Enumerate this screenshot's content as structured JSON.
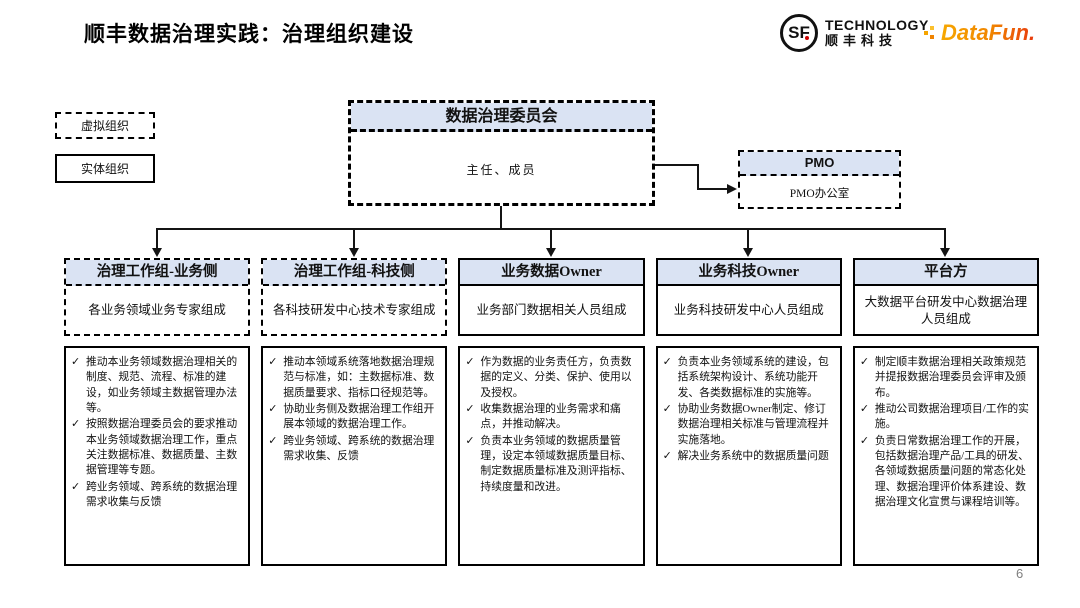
{
  "page": {
    "title": "顺丰数据治理实践：治理组织建设",
    "page_number": "6"
  },
  "logos": {
    "sf_mark": "SF",
    "sf_en": "TECHNOLOGY",
    "sf_cn": "顺丰科技",
    "datafun": "DataFun."
  },
  "legend": {
    "virtual": "虚拟组织",
    "solid": "实体组织"
  },
  "committee": {
    "title": "数据治理委员会",
    "body": "主任、成员"
  },
  "pmo": {
    "title": "PMO",
    "body": "PMO办公室"
  },
  "icons": {
    "check": "✓"
  },
  "columns": [
    {
      "type": "virtual",
      "title": "治理工作组-业务侧",
      "subtitle": "各业务领域业务专家组成",
      "bullets": [
        "推动本业务领域数据治理相关的制度、规范、流程、标准的建设，如业务领域主数据管理办法等。",
        "按照数据治理委员会的要求推动本业务领域数据治理工作，重点关注数据标准、数据质量、主数据管理等专题。",
        "跨业务领域、跨系统的数据治理需求收集与反馈"
      ]
    },
    {
      "type": "virtual",
      "title": "治理工作组-科技侧",
      "subtitle": "各科技研发中心技术专家组成",
      "bullets": [
        "推动本领域系统落地数据治理规范与标准，如：主数据标准、数据质量要求、指标口径规范等。",
        "协助业务侧及数据治理工作组开展本领域的数据治理工作。",
        "跨业务领域、跨系统的数据治理需求收集、反馈"
      ]
    },
    {
      "type": "solid",
      "title": "业务数据Owner",
      "subtitle": "业务部门数据相关人员组成",
      "bullets": [
        "作为数据的业务责任方，负责数据的定义、分类、保护、使用以及授权。",
        "收集数据治理的业务需求和痛点，并推动解决。",
        "负责本业务领域的数据质量管理，设定本领域数据质量目标、制定数据质量标准及测评指标、持续度量和改进。"
      ]
    },
    {
      "type": "solid",
      "title": "业务科技Owner",
      "subtitle": "业务科技研发中心人员组成",
      "bullets": [
        "负责本业务领域系统的建设，包括系统架构设计、系统功能开发、各类数据标准的实施等。",
        "协助业务数据Owner制定、修订数据治理相关标准与管理流程并实施落地。",
        "解决业务系统中的数据质量问题"
      ]
    },
    {
      "type": "solid",
      "title": "平台方",
      "subtitle": "大数据平台研发中心数据治理人员组成",
      "bullets": [
        "制定顺丰数据治理相关政策规范并提报数据治理委员会评审及颁布。",
        "推动公司数据治理项目/工作的实施。",
        "负责日常数据治理工作的开展，包括数据治理产品/工具的研发、各领域数据质量问题的常态化处理、数据治理评价体系建设、数据治理文化宣贯与课程培训等。"
      ]
    }
  ]
}
